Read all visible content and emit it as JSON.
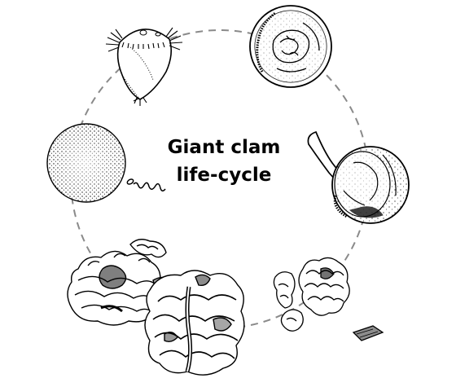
{
  "diagram": {
    "title_line1": "Giant clam",
    "title_line2": "life-cycle",
    "stages": [
      {
        "name": "egg",
        "icon": "stippled-round-egg"
      },
      {
        "name": "sperm",
        "icon": "squiggly-sperm-cell"
      },
      {
        "name": "trochophore-larva",
        "icon": "ciliated-pear-shaped-larva"
      },
      {
        "name": "veliger-larva",
        "icon": "shelled-larva-with-velum"
      },
      {
        "name": "pediveliger-larva",
        "icon": "shelled-larva-with-extended-foot"
      },
      {
        "name": "juvenile-clams",
        "icon": "small-fluted-juvenile-shells"
      },
      {
        "name": "adult-clams",
        "icon": "large-fluted-adult-shells"
      }
    ],
    "connector": "dashed-circle",
    "colors": {
      "ink": "#000000",
      "dashes": "#8a8a8a",
      "background": "#ffffff"
    }
  }
}
